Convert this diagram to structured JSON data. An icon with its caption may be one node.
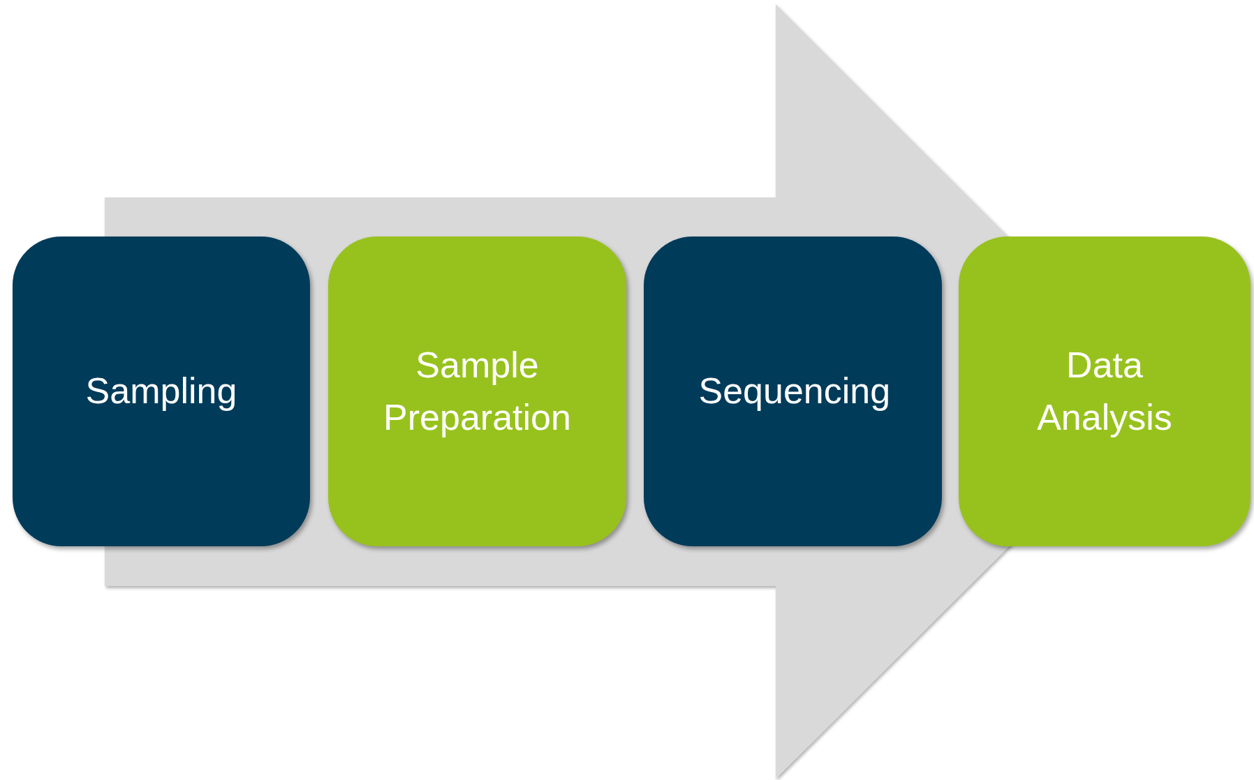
{
  "diagram": {
    "nodes": [
      {
        "text": [
          "Sampling"
        ]
      },
      {
        "text": [
          "Sample Preparation"
        ]
      },
      {
        "text": [
          "Sequencing"
        ]
      },
      {
        "text": [
          "Data Analysis"
        ]
      }
    ],
    "edges": [
      {
        "from": 0,
        "to": 3,
        "arrow": "to"
      }
    ]
  }
}
